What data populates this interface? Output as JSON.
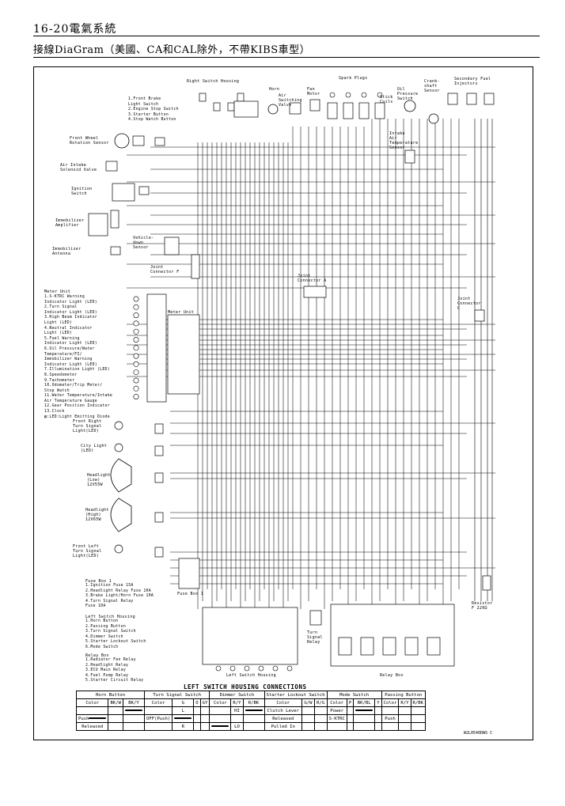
{
  "header": {
    "title": "16-20電氣系統",
    "subtitle": "接線DiaGram（美國、CA和CAL除外，不帶KIBS車型）"
  },
  "labels": {
    "right_switch_housing": "Right Switch Housing",
    "right_switch_items": [
      "1.Front Brake",
      "Light Switch",
      "2.Engine Stop Switch",
      "3.Starter Button",
      "4.Stop Watch Button"
    ],
    "front_wheel_sensor": "Front Wheel\nRotation Sensor",
    "air_intake_valve": "Air Intake\nSolenoid Valve",
    "ignition_switch": "Ignition\nSwitch",
    "immobilizer_amplifier": "Immobilizer\nAmplifier",
    "immobilizer_antenna": "Immobilizer\nAntenna",
    "vehicle_down_sensor": "Vehicle-\ndown\nSensor",
    "joint_connector_f": "Joint\nConnector F",
    "joint_connector_a": "Joint\nConnector A",
    "joint_connector_c": "Joint\nConnector\nC",
    "horn": "Horn",
    "air_switching_valve": "Air\nSwitching\nValve",
    "fan_motor": "Fan\nMotor",
    "spark_plugs": "Spark Plugs",
    "stick_coils": "Stick\nCoils",
    "oil_pressure_switch": "Oil\nPressure\nSwitch",
    "crankshaft_sensor": "Crank-\nshaft\nSensor",
    "secondary_fuel_injectors": "Secondary Fuel\nInjectors",
    "intake_air_temp_sensor": "Intake\nAir\nTemperature\nSensor",
    "meter_unit_title": "Meter Unit",
    "meter_unit": "Meter Unit",
    "meter_items": [
      "1.S-KTRC Warning",
      "  Indicator Light (LED)",
      "2.Turn Signal",
      "  Indicator Light (LED)",
      "3.High Beam Indicator",
      "  Light (LED)",
      "4.Neutral Indicator",
      "  Light (LED)",
      "5.Fuel Warning",
      "  Indicator Light (LED)",
      "6.Oil Pressure/Water",
      "  Temperature/FI/",
      "  Immobilizer Warning",
      "  Indicator Light (LED)",
      "7.Illumination Light (LED)",
      "8.Speedometer",
      "9.Tachometer",
      "10.Odometer/Trip Meter/",
      "  Stop Watch",
      "11.Water Temperature/Intake",
      "  Air Temperature Gauge",
      "12.Gear Position Indicator",
      "13.Clock",
      "▧:LED:Light Emitting Diode"
    ],
    "front_right_turn": "Front Right\nTurn Signal\nLight(LED)",
    "city_light": "City Light\n(LED)",
    "headlight_low": "Headlight\n(Low)\n12V55W",
    "headlight_high": "Headlight\n(High)\n12V65W",
    "front_left_turn": "Front Left\nTurn Signal\nLight(LED)",
    "fuse_box_1_title": "Fuse Box 1",
    "fuse_box_1": "Fuse Box 1",
    "fuse_items": [
      "1.Ignition Fuse 15A",
      "2.Headlight Relay Fuse 10A",
      "3.Brake Light/Horn Fuse 10A",
      "4.Turn Signal Relay",
      "  Fuse 10A"
    ],
    "left_switch_title": "Left Switch Housing",
    "left_switch_items": [
      "1.Horn Button",
      "2.Passing Button",
      "3.Turn Signal Switch",
      "4.Dimmer Switch",
      "5.Starter Lockout Switch",
      "6.Mode Switch"
    ],
    "relay_box_title": "Relay Box",
    "relay_items": [
      "1.Radiator Fan Relay",
      "2.Headlight Relay",
      "3.ECU Main Relay",
      "4.Fuel Pump Relay",
      "5.Starter Circuit Relay"
    ],
    "left_switch_housing": "Left Switch Housing",
    "turn_signal_relay": "Turn\nSignal\nRelay",
    "relay_box": "Relay Box",
    "resistor": "Resistor\nF 220Ω",
    "doc_code": "W2L0540DWS C"
  },
  "table": {
    "title": "LEFT SWITCH HOUSING CONNECTIONS",
    "rows": [
      [
        {
          "t": "Horn Button",
          "c": 3
        },
        {
          "t": "Turn Signal Switch",
          "c": 4
        },
        {
          "t": "Dimmer Switch",
          "c": 3
        },
        {
          "t": "Starter Lockout Switch",
          "c": 3
        },
        {
          "t": "Mode Switch",
          "c": 4
        },
        {
          "t": "Passing Button",
          "c": 3
        }
      ],
      [
        "Color",
        "BK/W",
        "BK/Y",
        "Color",
        "G",
        "O",
        "GY",
        "Color",
        "R/Y",
        "R/BK",
        "Color",
        "G/W",
        "R/G",
        "Color",
        "P",
        "BK/BL",
        "Y",
        "Color",
        "R/Y",
        "R/BK"
      ],
      [
        "",
        "",
        "",
        "",
        "L",
        "",
        "",
        "",
        "HI",
        "",
        "Clutch Lever",
        "",
        "",
        "Power",
        "",
        "",
        "",
        "",
        "",
        ""
      ],
      [
        "Push",
        "",
        "",
        "OFF(Push)",
        "",
        "",
        "",
        "",
        "",
        "",
        "Released",
        "",
        "",
        "S-KTRC",
        "",
        "",
        "",
        "Push",
        "",
        ""
      ],
      [
        "Released",
        "",
        "",
        "",
        "R",
        "",
        "",
        "",
        "LO",
        "",
        "Pulled In",
        "",
        "",
        "",
        "",
        "",
        "",
        "",
        "",
        ""
      ]
    ]
  }
}
